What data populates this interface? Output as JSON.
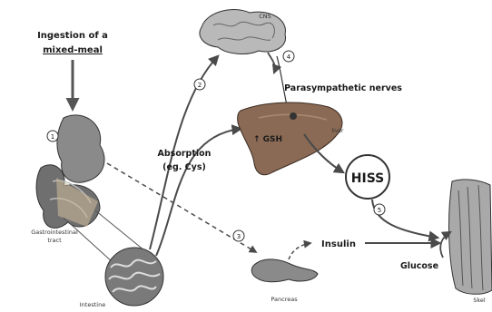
{
  "labels": {
    "ingestion_line1": "Ingestion of a",
    "ingestion_line2": "mixed-meal",
    "cns": "CNS",
    "parasympathetic": "Parasympathetic nerves",
    "liver": "liver",
    "gsh": "↑ GSH",
    "absorption_line1": "Absorption",
    "absorption_line2": "(eg. Cys)",
    "hiss": "HISS",
    "insulin": "Insulin",
    "glucose": "Glucose",
    "gi_tract_line1": "Gastrointestinal",
    "gi_tract_line2": "tract",
    "intestine": "Intestine",
    "pancreas": "Pancreas",
    "skeletal": "Skel"
  },
  "step_markers": {
    "m1": "1",
    "m2": "2",
    "m3": "3",
    "m4": "4",
    "m5": "5"
  },
  "colors": {
    "arrow": "#4a4a4a",
    "liver_fill": "#8a6a55",
    "brain_fill": "#b9b9b9",
    "gut_fill": "#7d7d7d",
    "muscle_fill": "#a9a9a9",
    "text": "#1a1a1a"
  }
}
